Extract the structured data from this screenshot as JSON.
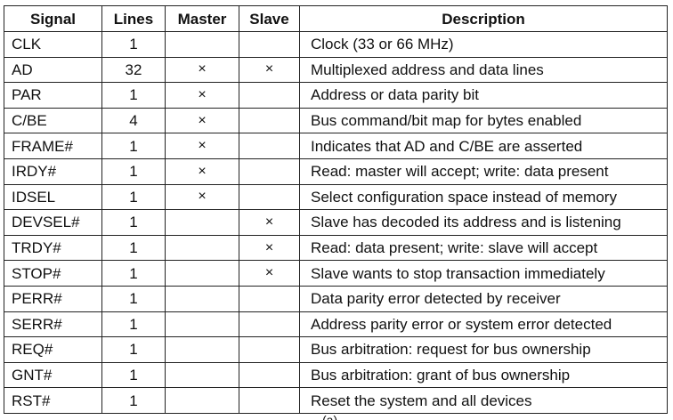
{
  "table": {
    "headers": {
      "signal": "Signal",
      "lines": "Lines",
      "master": "Master",
      "slave": "Slave",
      "description": "Description"
    },
    "rows": [
      {
        "signal": "CLK",
        "lines": "1",
        "master": "",
        "slave": "",
        "description": "Clock (33 or 66 MHz)"
      },
      {
        "signal": "AD",
        "lines": "32",
        "master": "×",
        "slave": "×",
        "description": "Multiplexed address and data lines"
      },
      {
        "signal": "PAR",
        "lines": "1",
        "master": "×",
        "slave": "",
        "description": "Address or data parity bit"
      },
      {
        "signal": "C/BE",
        "lines": "4",
        "master": "×",
        "slave": "",
        "description": "Bus command/bit map for bytes enabled"
      },
      {
        "signal": "FRAME#",
        "lines": "1",
        "master": "×",
        "slave": "",
        "description": "Indicates that AD and C/BE are asserted"
      },
      {
        "signal": "IRDY#",
        "lines": "1",
        "master": "×",
        "slave": "",
        "description": "Read: master will accept; write: data present"
      },
      {
        "signal": "IDSEL",
        "lines": "1",
        "master": "×",
        "slave": "",
        "description": "Select configuration space instead of memory"
      },
      {
        "signal": "DEVSEL#",
        "lines": "1",
        "master": "",
        "slave": "×",
        "description": "Slave has decoded its address and is listening"
      },
      {
        "signal": "TRDY#",
        "lines": "1",
        "master": "",
        "slave": "×",
        "description": "Read: data present; write: slave will accept"
      },
      {
        "signal": "STOP#",
        "lines": "1",
        "master": "",
        "slave": "×",
        "description": "Slave wants to stop transaction immediately"
      },
      {
        "signal": "PERR#",
        "lines": "1",
        "master": "",
        "slave": "",
        "description": "Data parity error detected by receiver"
      },
      {
        "signal": "SERR#",
        "lines": "1",
        "master": "",
        "slave": "",
        "description": "Address parity error or system error detected"
      },
      {
        "signal": "REQ#",
        "lines": "1",
        "master": "",
        "slave": "",
        "description": "Bus arbitration: request for bus ownership"
      },
      {
        "signal": "GNT#",
        "lines": "1",
        "master": "",
        "slave": "",
        "description": "Bus arbitration: grant of bus ownership"
      },
      {
        "signal": "RST#",
        "lines": "1",
        "master": "",
        "slave": "",
        "description": "Reset the system and all devices"
      }
    ]
  },
  "caption": {
    "fragment": "(a)"
  }
}
